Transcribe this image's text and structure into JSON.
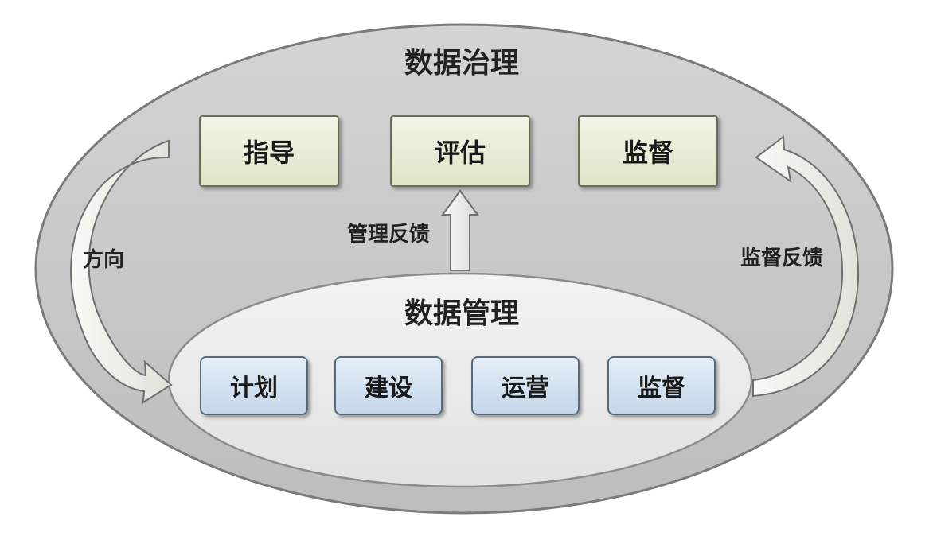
{
  "governance": {
    "title": "数据治理",
    "boxes": [
      {
        "label": "指导"
      },
      {
        "label": "评估"
      },
      {
        "label": "监督"
      }
    ]
  },
  "management": {
    "title": "数据管理",
    "boxes": [
      {
        "label": "计划"
      },
      {
        "label": "建设"
      },
      {
        "label": "运营"
      },
      {
        "label": "监督"
      }
    ]
  },
  "flows": {
    "direction": "方向",
    "management_feedback": "管理反馈",
    "monitor_feedback": "监督反馈"
  },
  "colors": {
    "outer_ellipse": "#c8c8c8",
    "inner_ellipse": "#ececec",
    "top_box": "#e6ebd4",
    "bottom_box": "#d3e2f0",
    "arrow": "#eef1ea"
  }
}
